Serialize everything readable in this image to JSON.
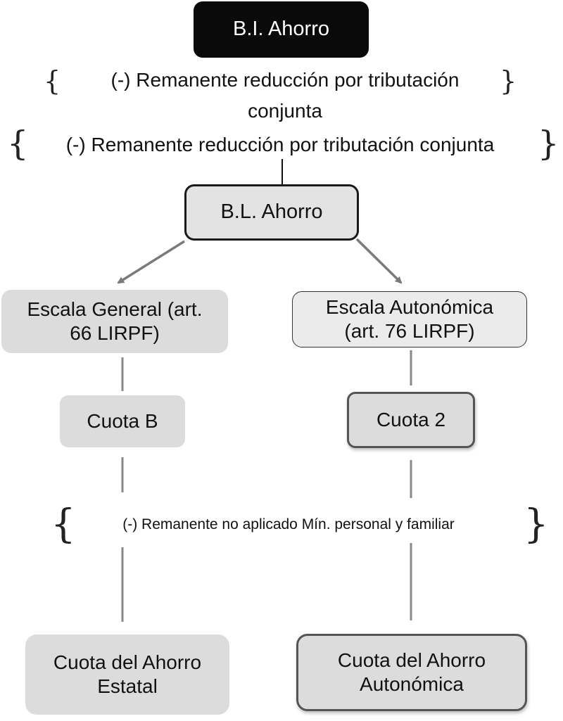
{
  "nodes": {
    "bi_ahorro": "B.I. Ahorro",
    "bl_ahorro": "B.L. Ahorro",
    "escala_general": [
      "Escala General (art.",
      "66 LIRPF)"
    ],
    "escala_autonomica": [
      "Escala Autonómica",
      "(art. 76 LIRPF)"
    ],
    "cuota_b": "Cuota B",
    "cuota_2": "Cuota 2",
    "cuota_estatal": [
      "Cuota del Ahorro",
      "Estatal"
    ],
    "cuota_autonomica": [
      "Cuota del Ahorro",
      "Autonómica"
    ]
  },
  "annotations": {
    "reduccion_1_line1": "(-) Remanente reducción por tributación",
    "reduccion_1_line2": "conjunta",
    "reduccion_2": "(-) Remanente reducción por tributación conjunta",
    "minimo": "(-) Remanente no aplicado Mín. personal y familiar"
  },
  "glyphs": {
    "brace_open": "{",
    "brace_close": "}"
  },
  "colors": {
    "dark_node": "#0a0a0a",
    "node_fill": "#dcdcdc",
    "connector": "#7a7a7a"
  }
}
